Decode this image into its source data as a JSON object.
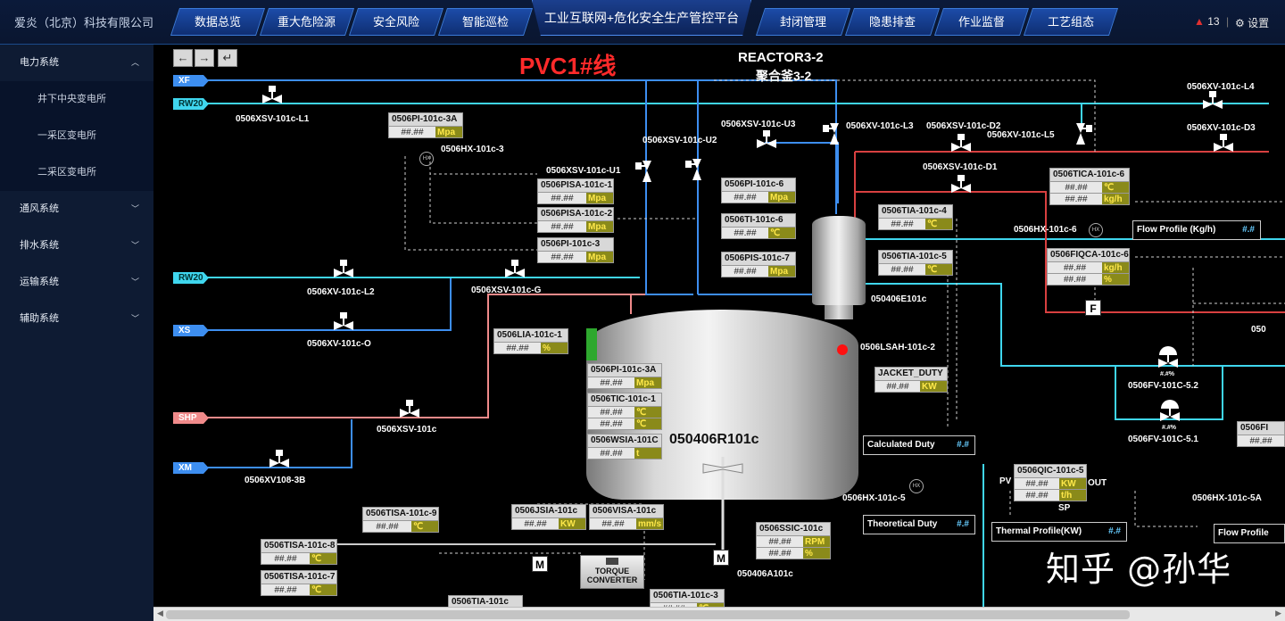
{
  "header": {
    "company": "爱炎（北京）科技有限公司",
    "nav_left": [
      "数据总览",
      "重大危险源",
      "安全风险",
      "智能巡检"
    ],
    "title": "工业互联网+危化安全生产管控平台",
    "nav_right": [
      "封闭管理",
      "隐患排查",
      "作业监督",
      "工艺组态"
    ],
    "alarm_count": "13",
    "settings": "设置",
    "alarm_color": "#e03030"
  },
  "sidebar": {
    "groups": [
      {
        "label": "电力系统",
        "expanded": true,
        "items": [
          "井下中央变电所",
          "一采区变电所",
          "二采区变电所"
        ]
      },
      {
        "label": "通风系统",
        "expanded": false
      },
      {
        "label": "排水系统",
        "expanded": false
      },
      {
        "label": "运输系统",
        "expanded": false
      },
      {
        "label": "辅助系统",
        "expanded": false
      }
    ]
  },
  "toolbar": {
    "back": "←",
    "forward": "→",
    "return": "↵"
  },
  "diagram": {
    "title": "PVC1#线",
    "reactor_title": "REACTOR3-2",
    "reactor_subtitle": "聚合釜3-2",
    "vessel_label": "050406R101c",
    "tower_label": "050406E101c",
    "motor_label": "050406A101c",
    "lsah_label": "0506LSAH-101c-2",
    "torque_text": "TORQUE CONVERTER",
    "motor_letter": "M",
    "flow_letter": "F",
    "inlets": [
      {
        "label": "XF",
        "color": "#3d8ef0"
      },
      {
        "label": "RW20",
        "color": "#3fd6ee"
      },
      {
        "label": "RW20",
        "color": "#3fd6ee"
      },
      {
        "label": "XS",
        "color": "#3d8ef0"
      },
      {
        "label": "SHP",
        "color": "#f08a8a"
      },
      {
        "label": "XM",
        "color": "#3d8ef0"
      }
    ],
    "valves": {
      "v1": "0506XSV-101c-L1",
      "v2": "0506XV-101c-L2",
      "v3": "0506XSV-101c-G",
      "v4": "0506XV-101c-O",
      "v5": "0506XSV-101c",
      "v6": "0506XV108-3B",
      "v7": "0506XSV-101c-U1",
      "v8": "0506XSV-101c-U2",
      "v9": "0506XSV-101c-U3",
      "v10": "0506XV-101c-L3",
      "v11": "0506XSV-101c-D2",
      "v12": "0506XV-101c-L5",
      "v13": "0506XSV-101c-D1",
      "v14": "0506XV-101c-L4",
      "v15": "0506XV-101c-D3",
      "v16": "0506FV-101C-5.2",
      "v17": "0506FV-101C-5.1",
      "hx1": "0506HX-101c-3",
      "hx2": "0506HX-101c-6",
      "hx3": "0506HX-101c-5",
      "hx4": "0506HX-101c-5A",
      "qic_pv": "PV",
      "qic_out": "OUT",
      "qic_sp": "SP",
      "fv_val": "#.#%",
      "edge1": "050"
    },
    "instruments": {
      "pi3a": {
        "tag": "0506PI-101c-3A",
        "val": "##.##",
        "unit": "Mpa"
      },
      "pisa1": {
        "tag": "0506PISA-101c-1",
        "val": "##.##",
        "unit": "Mpa"
      },
      "pisa2": {
        "tag": "0506PISA-101c-2",
        "val": "##.##",
        "unit": "Mpa"
      },
      "pi3": {
        "tag": "0506PI-101c-3",
        "val": "##.##",
        "unit": "Mpa"
      },
      "pi6": {
        "tag": "0506PI-101c-6",
        "val": "##.##",
        "unit": "Mpa"
      },
      "ti6": {
        "tag": "0506TI-101c-6",
        "val": "##.##",
        "unit": "℃"
      },
      "pis7": {
        "tag": "0506PIS-101c-7",
        "val": "##.##",
        "unit": "Mpa"
      },
      "tia4": {
        "tag": "0506TIA-101c-4",
        "val": "##.##",
        "unit": "℃"
      },
      "tia5": {
        "tag": "0506TIA-101c-5",
        "val": "##.##",
        "unit": "℃"
      },
      "ticas": {
        "tag": "0506TICA-101c-6",
        "val1": "##.##",
        "unit1": "℃",
        "val2": "##.##",
        "unit2": "kg/h"
      },
      "fiqca": {
        "tag": "0506FIQCA-101c-6",
        "val1": "##.##",
        "unit1": "kg/h",
        "val2": "##.##",
        "unit2": "%"
      },
      "lia1": {
        "tag": "0506LIA-101c-1",
        "val": "##.##",
        "unit": "%"
      },
      "pi3av": {
        "tag": "0506PI-101c-3A",
        "val": "##.##",
        "unit": "Mpa"
      },
      "tic1": {
        "tag": "0506TIC-101c-1",
        "val1": "##.##",
        "unit1": "℃",
        "val2": "##.##",
        "unit2": "℃"
      },
      "wsia": {
        "tag": "0506WSIA-101C",
        "val": "##.##",
        "unit": "t"
      },
      "jacket": {
        "tag": "JACKET_DUTY",
        "val": "##.##",
        "unit": "KW"
      },
      "qic5": {
        "tag": "0506QIC-101c-5",
        "val1": "##.##",
        "unit1": "KW",
        "val2": "##.##",
        "unit2": "t/h"
      },
      "tisa9": {
        "tag": "0506TISA-101c-9",
        "val": "##.##",
        "unit": "℃"
      },
      "tisa8": {
        "tag": "0506TISA-101c-8",
        "val": "##.##",
        "unit": "℃"
      },
      "tisa7": {
        "tag": "0506TISA-101c-7",
        "val": "##.##",
        "unit": "℃"
      },
      "jsia": {
        "tag": "0506JSIA-101c",
        "val": "##.##",
        "unit": "KW"
      },
      "visa": {
        "tag": "0506VISA-101c",
        "val": "##.##",
        "unit": "mm/s"
      },
      "ssic": {
        "tag": "0506SSIC-101c",
        "val1": "##.##",
        "unit1": "RPM",
        "val2": "##.##",
        "unit2": "%"
      },
      "tia3": {
        "tag": "0506TIA-101c-3",
        "val": "##.##",
        "unit": "℃"
      },
      "tia101": {
        "tag": "0506TIA-101c",
        "val": "",
        "unit": ""
      },
      "fiedge": {
        "tag": "0506FI",
        "val": "##.##",
        "unit": ""
      }
    },
    "boxes": {
      "flow_profile": {
        "label": "Flow Profile (Kg/h)",
        "val": "#.#"
      },
      "calc_duty": {
        "label": "Calculated Duty",
        "val": "#.#"
      },
      "theo_duty": {
        "label": "Theoretical Duty",
        "val": "#.#"
      },
      "thermal": {
        "label": "Thermal Profile(KW)",
        "val": "#.#"
      },
      "flow_edge": {
        "label": "Flow Profile",
        "val": ""
      }
    },
    "line_colors": {
      "blue": "#3d8ef0",
      "cyan": "#3fd6ee",
      "salmon": "#f08a8a",
      "red": "#d84040"
    }
  },
  "watermark": "知乎 @孙华"
}
